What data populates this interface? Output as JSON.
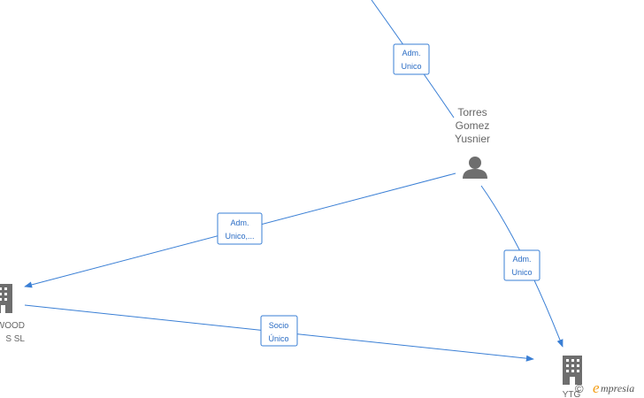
{
  "colors": {
    "edge": "#3a7fd5",
    "icon": "#6e6e6e",
    "brand_accent": "#f39c12"
  },
  "nodes": {
    "person": {
      "label_lines": [
        "Torres",
        "Gomez",
        "Yusnier"
      ],
      "icon": "person-icon"
    },
    "company_left": {
      "label_lines": [
        "WOOD",
        "S  SL"
      ],
      "icon": "building-icon"
    },
    "company_right": {
      "label_lines": [
        "YTG"
      ],
      "icon": "building-icon"
    }
  },
  "edges": {
    "top_to_person": {
      "label_lines": [
        "Adm.",
        "Unico"
      ]
    },
    "person_to_left": {
      "label_lines": [
        "Adm.",
        "Unico,..."
      ]
    },
    "person_to_right": {
      "label_lines": [
        "Adm.",
        "Unico"
      ]
    },
    "left_to_right": {
      "label_lines": [
        "Socio",
        "Único"
      ]
    }
  },
  "brand": {
    "copyright": "©",
    "e": "e",
    "rest": "mpresia"
  }
}
